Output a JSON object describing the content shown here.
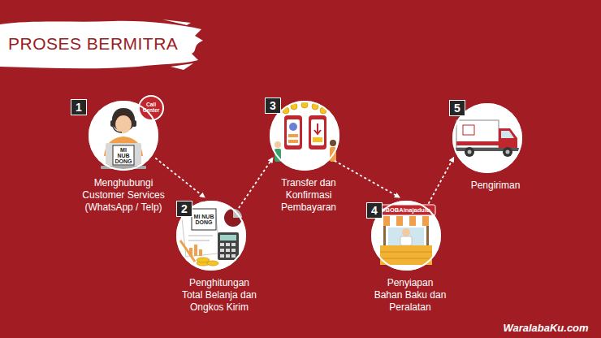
{
  "diagram": {
    "title": "PROSES BERMITRA",
    "nodes": [
      {
        "text": [
          "1",
          "Menghubungi Customer Services (WhatsApp / Telp)"
        ]
      },
      {
        "text": [
          "2",
          "Penghitungan Total Belanja dan Ongkos Kirim"
        ]
      },
      {
        "text": [
          "3",
          "Transfer dan Konfirmasi Pembayaran"
        ]
      },
      {
        "text": [
          "4",
          "Penyiapan Bahan Baku dan Peralatan"
        ]
      },
      {
        "text": [
          "5",
          "Pengiriman"
        ]
      }
    ],
    "edges": [
      {
        "from": 0,
        "to": 1,
        "arrow": "to"
      },
      {
        "from": 1,
        "to": 2,
        "arrow": "to"
      },
      {
        "from": 2,
        "to": 3,
        "arrow": "to"
      },
      {
        "from": 3,
        "to": 4,
        "arrow": "to"
      }
    ],
    "labels": [
      "Call Center",
      "MI NUB DONG",
      "MI NUB DONG",
      "#BOBAinajadulu",
      "WaralabaKu.com"
    ]
  }
}
